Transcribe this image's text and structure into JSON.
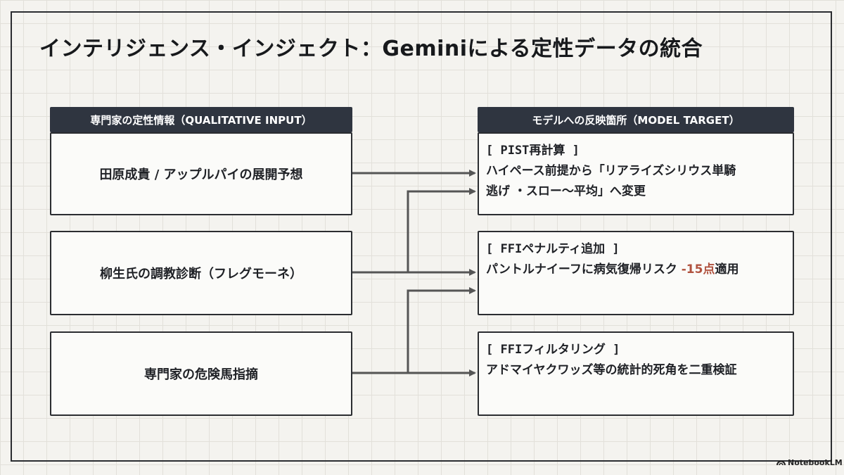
{
  "title": "インテリジェンス・インジェクト：Geminiによる定性データの統合",
  "left_header": "専門家の定性情報（QUALITATIVE INPUT）",
  "right_header": "モデルへの反映箇所（MODEL TARGET）",
  "sources": [
    {
      "label": "田原成貴 / アップルパイの展開予想"
    },
    {
      "label": "柳生氏の調教診断（フレグモーネ）"
    },
    {
      "label": "専門家の危険馬指摘"
    }
  ],
  "targets": [
    {
      "tag": "[ PIST再計算 ]",
      "line1": "ハイペース前提から「リアライズシリウス単騎",
      "line2": "逃げ ・スロー〜平均」へ変更"
    },
    {
      "tag": "[ FFIペナルティ追加 ]",
      "line1_pre": "パントルナイーフに病気復帰リスク ",
      "line1_hl": "-15点",
      "line1_post": "適用"
    },
    {
      "tag": "[ FFIフィルタリング ]",
      "line1": "アドマイヤクワッズ等の統計的死角を二重検証"
    }
  ],
  "badge": "NotebookLM",
  "colors": {
    "header_bg": "#2f3540",
    "highlight": "#b0523f",
    "border": "#2b2d31"
  }
}
